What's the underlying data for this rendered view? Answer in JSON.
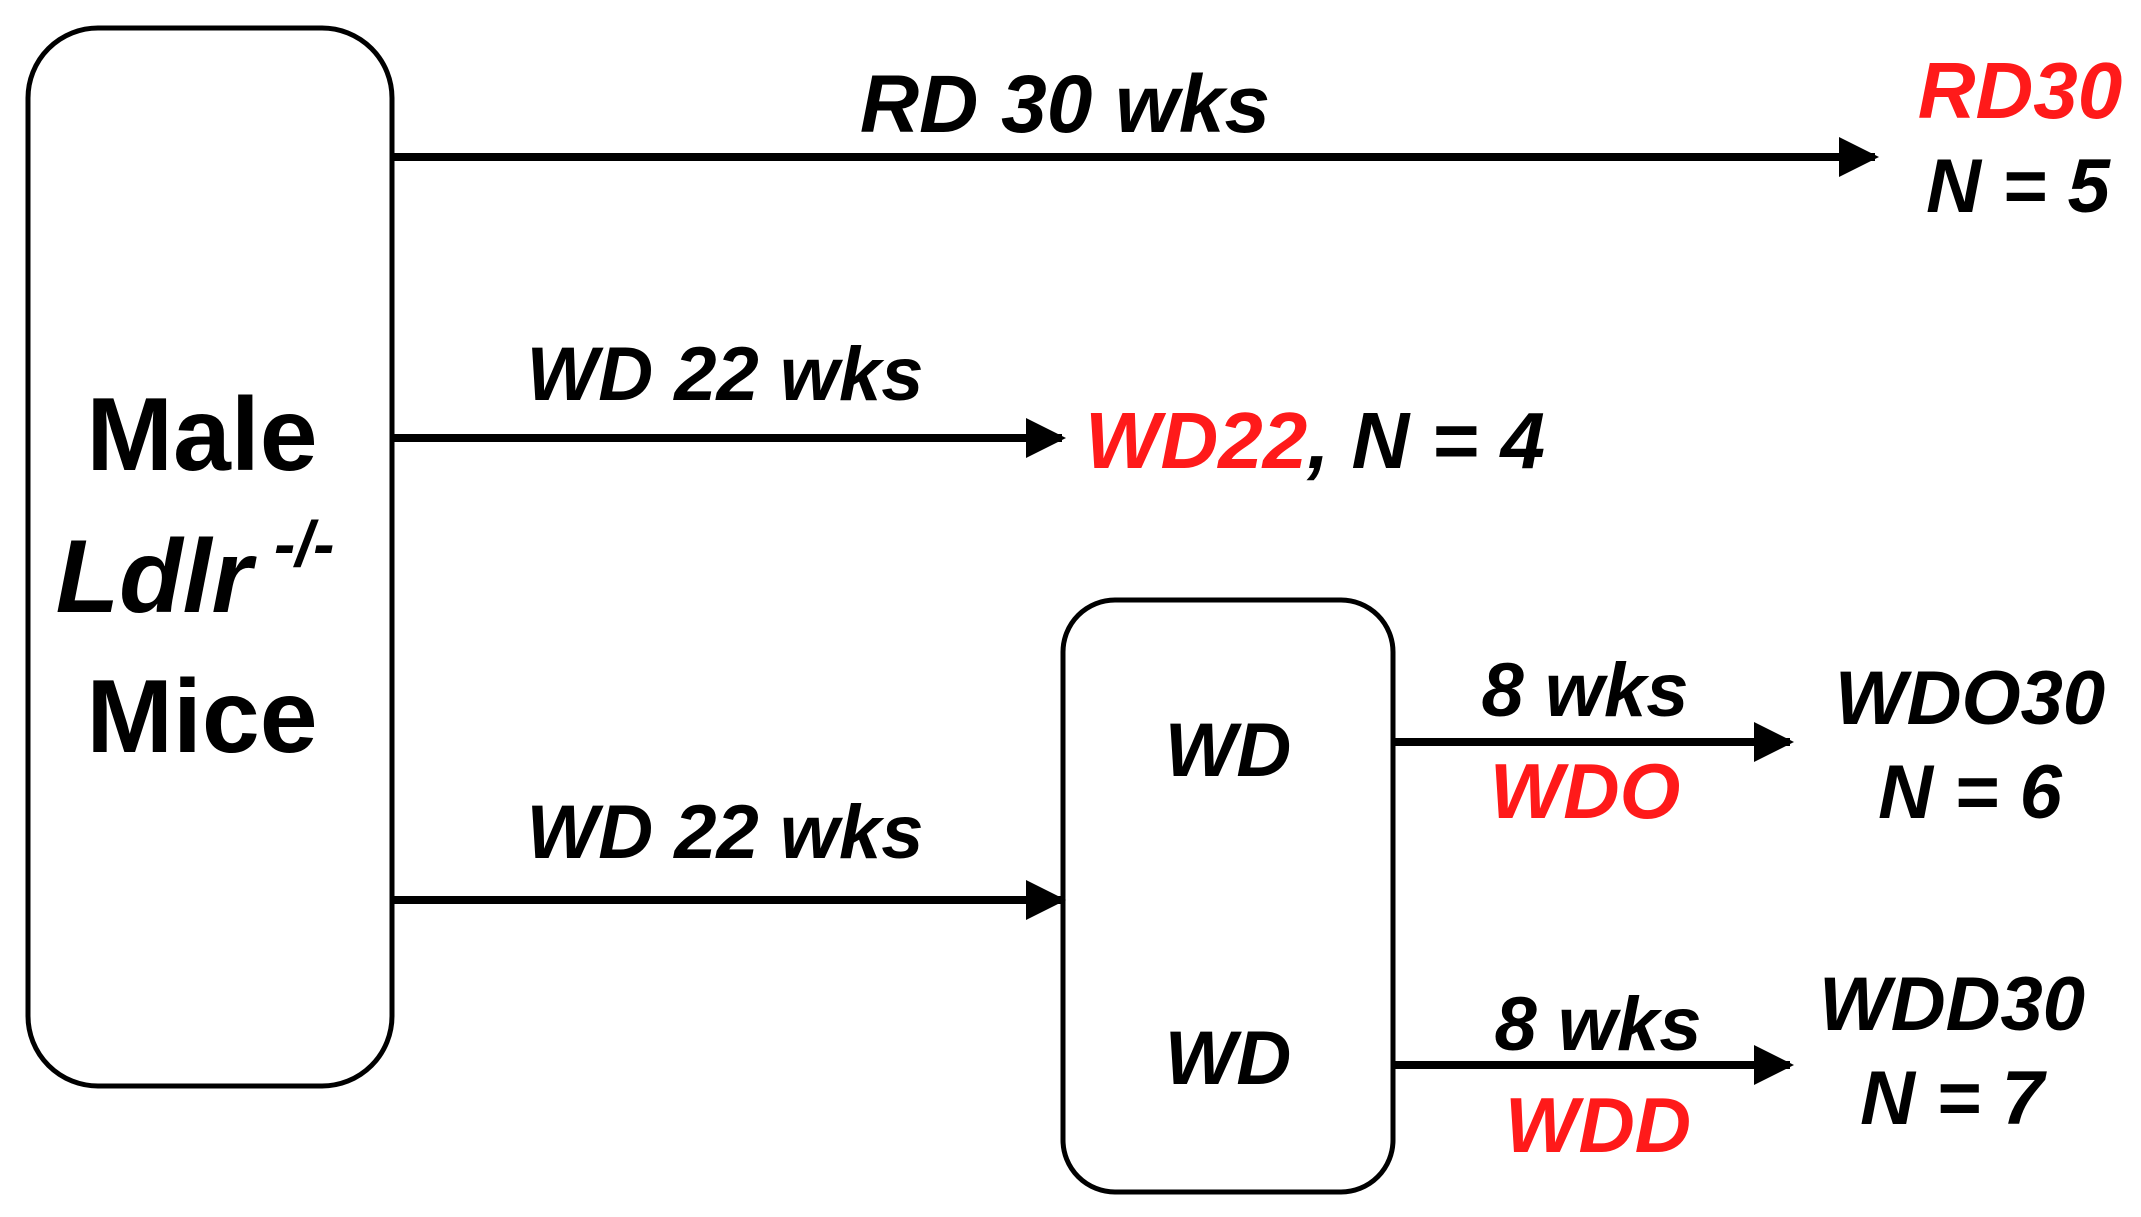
{
  "colors": {
    "black": "#000000",
    "red": "#ff1a1a",
    "background": "#ffffff"
  },
  "source_box": {
    "line1": "Male",
    "line2": "Ldlr",
    "line2_sup": "-/-",
    "line3": "Mice"
  },
  "branch_rd": {
    "arrow_label": "RD 30 wks",
    "group_name": "RD30",
    "group_n": "N = 5"
  },
  "branch_wd22": {
    "arrow_label": "WD 22 wks",
    "group_name": "WD22",
    "group_sep": ",",
    "group_n": "N = 4"
  },
  "branch_wd30": {
    "arrow_label": "WD 22 wks",
    "mid_box_top": "WD",
    "mid_box_bottom": "WD",
    "sub_top": {
      "duration": "8 wks",
      "diet": "WDO",
      "group_name": "WDO30",
      "group_n": "N = 6"
    },
    "sub_bottom": {
      "duration": "8 wks",
      "diet": "WDD",
      "group_name": "WDD30",
      "group_n": "N = 7"
    }
  }
}
